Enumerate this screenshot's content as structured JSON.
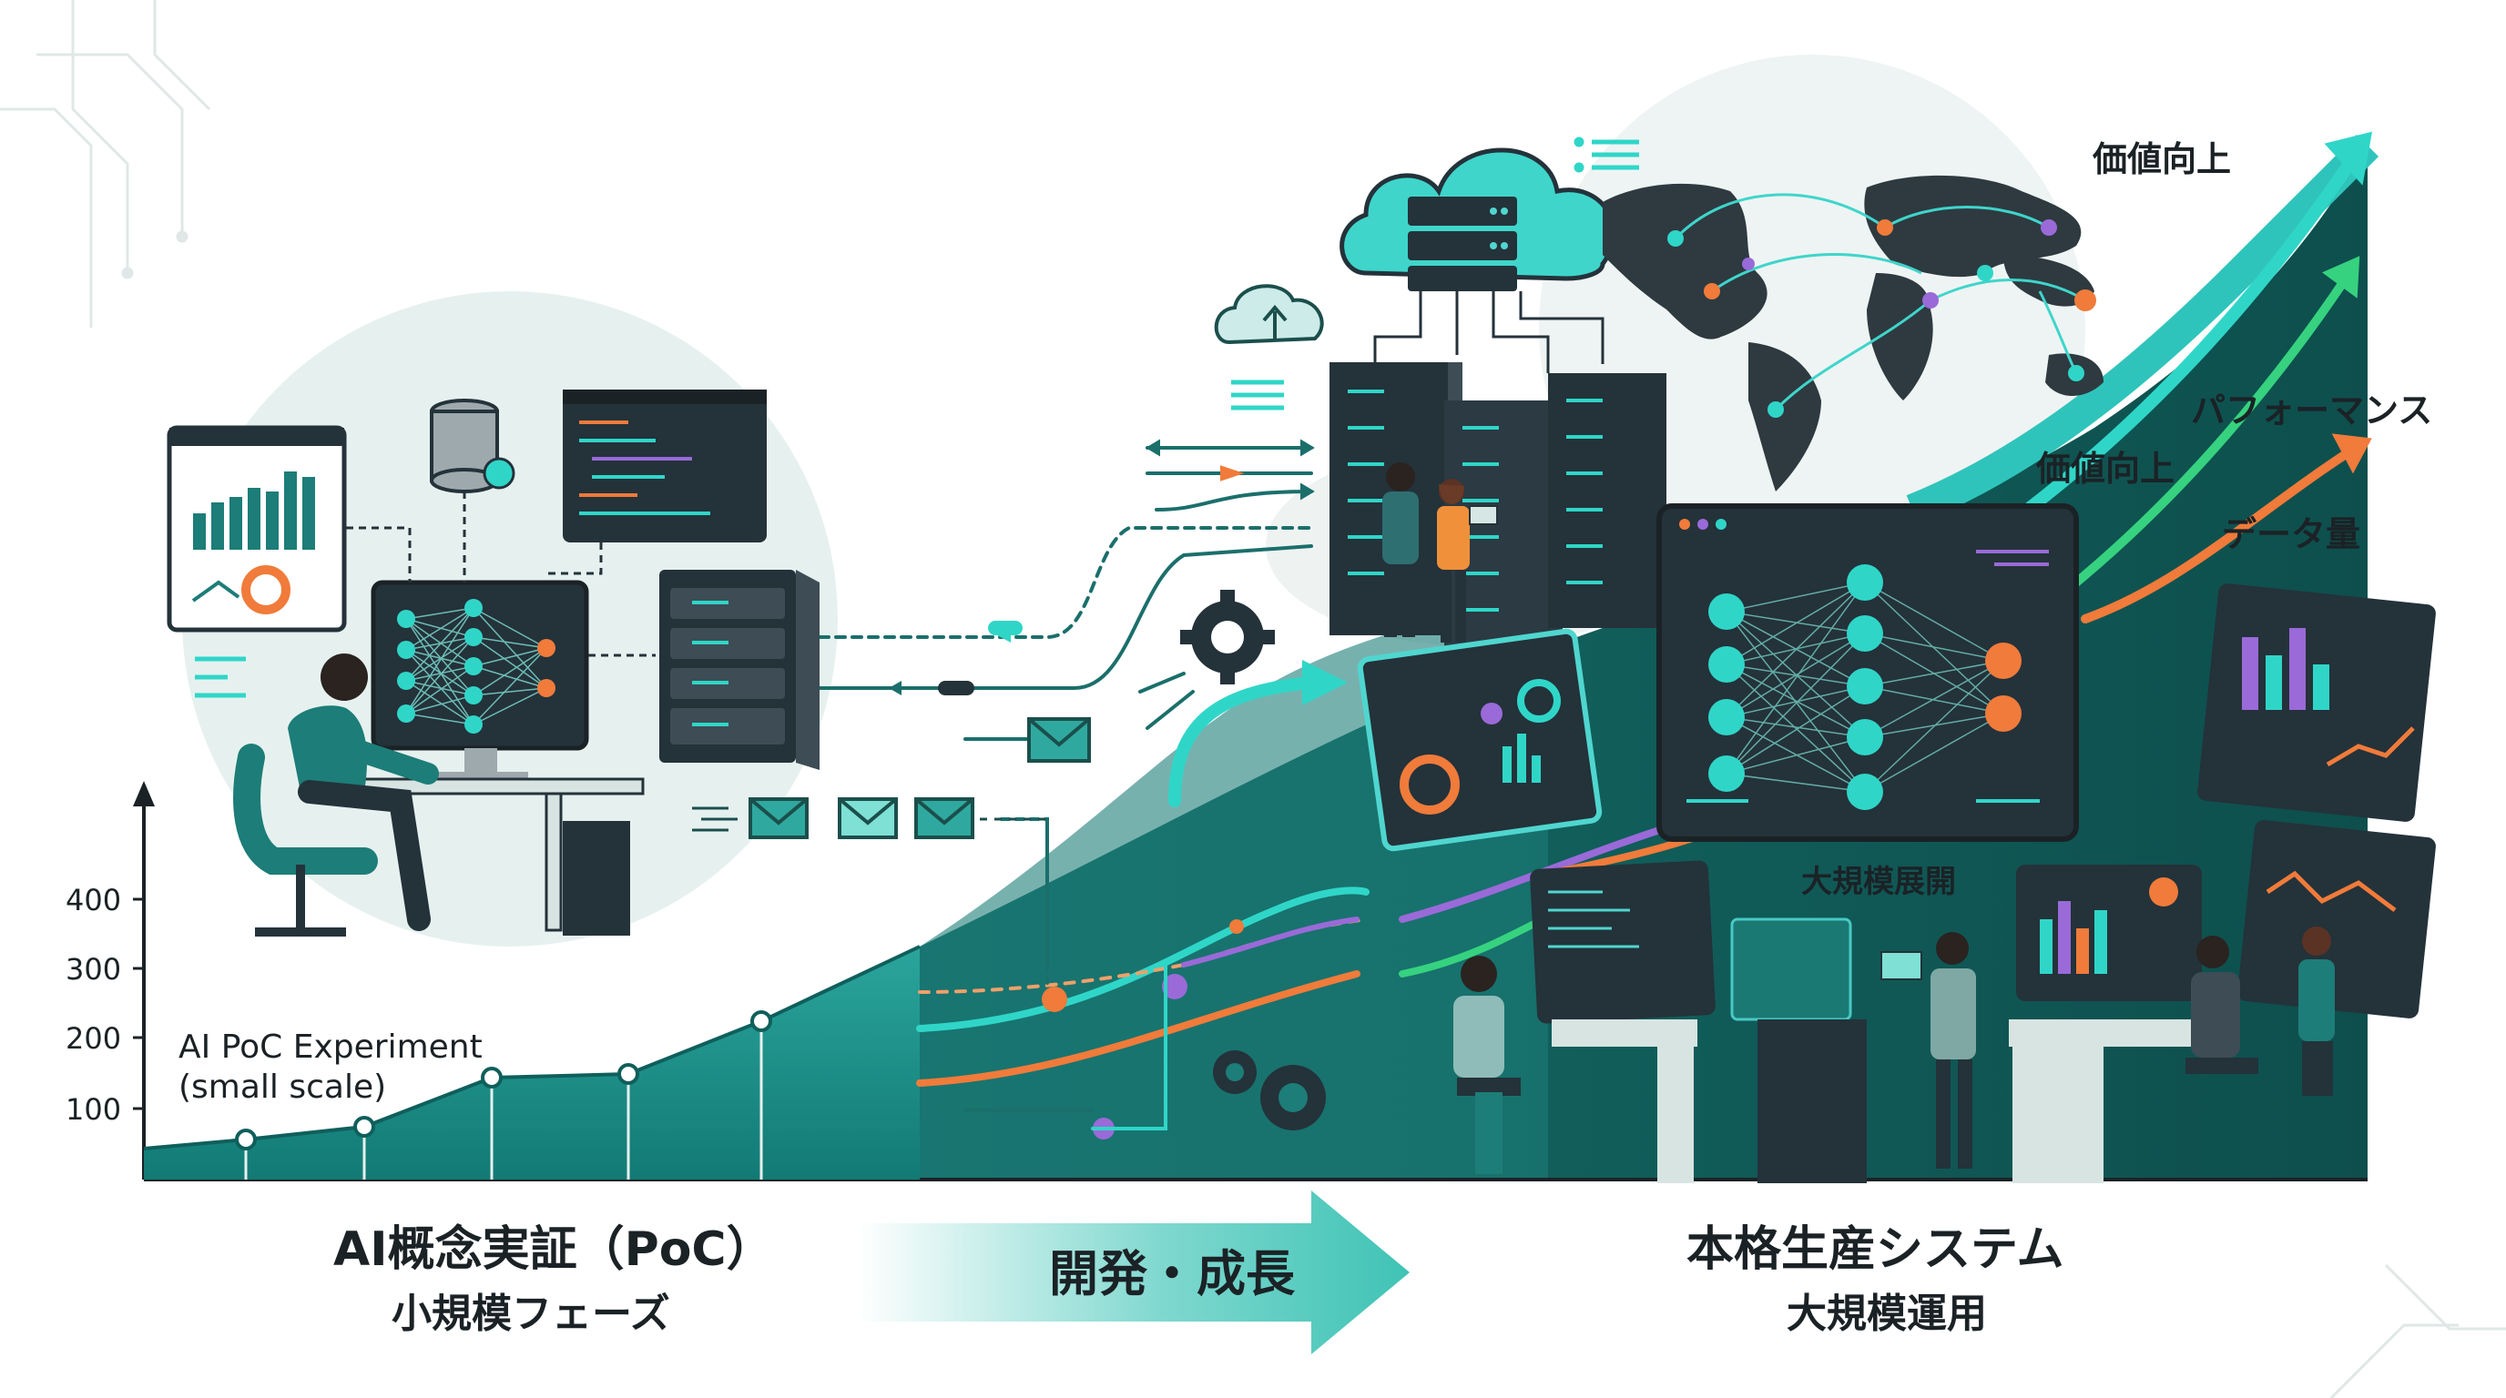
{
  "colors": {
    "teal_dark": "#0f5f5c",
    "teal_mid": "#1d8c86",
    "teal_light": "#4fd6cf",
    "navy": "#24323a",
    "orange": "#f07b3a",
    "purple": "#9a6ad8",
    "green": "#36d27f",
    "bg_circle": "#e6f1ef",
    "ink": "#1b2226"
  },
  "chart_data": {
    "type": "area",
    "y_ticks": [
      "100",
      "300",
      "200",
      "400"
    ],
    "y_tick_values": [
      100,
      300,
      200,
      400
    ],
    "annotation": [
      "AI PoC Experiment",
      "(small scale)"
    ]
  },
  "labels": {
    "value_up_top": "価値向上",
    "performance": "パフォーマンス",
    "value_up_mid": "価値向上",
    "data_volume": "データ量",
    "large_deploy": "大規模展開"
  },
  "phases": {
    "poc_title": "AI概念実証（PoC）",
    "poc_sub": "小規模フェーズ",
    "dev_growth": "開発・成長",
    "prod_title": "本格生産システム",
    "prod_sub": "大規模運用"
  },
  "icons": [
    "dashboard-icon",
    "database-icon",
    "code-window-icon",
    "server-icon",
    "neural-network-icon",
    "cloud-icon",
    "cloud-upload-icon",
    "gear-icon",
    "mail-icon",
    "world-map-icon",
    "growth-arrow-icon"
  ]
}
